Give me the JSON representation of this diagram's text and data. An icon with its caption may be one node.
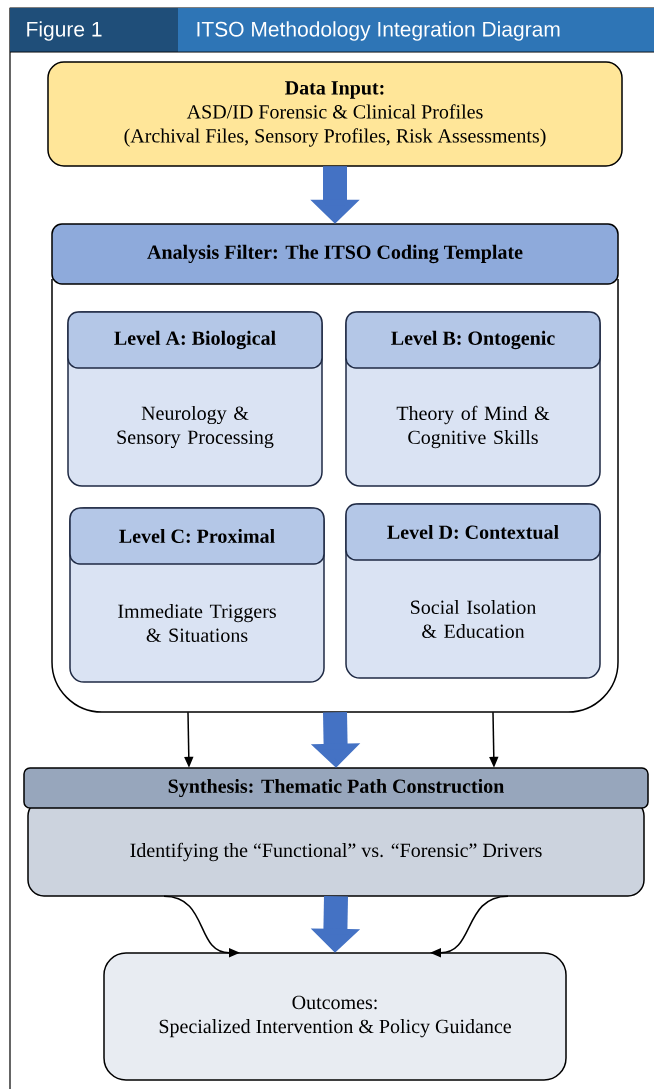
{
  "diagram": {
    "title": "ITSO Methodology Integration Diagram",
    "labels": [
      "Figure 1"
    ],
    "nodes": [
      {
        "text": [
          "Data Input:",
          "ASD/ID Forensic & Clinical Profiles",
          "(Archival Files, Sensory Profiles, Risk Assessments)"
        ]
      },
      {
        "text": [
          "Analysis Filter: The ITSO Coding Template"
        ]
      },
      {
        "text": [
          "Level A: Biological",
          "Neurology & Sensory Processing"
        ],
        "in": 1
      },
      {
        "text": [
          "Level B: Ontogenic",
          "Theory of Mind & Cognitive Skills"
        ],
        "in": 1
      },
      {
        "text": [
          "Level C: Proximal",
          "Immediate Triggers & Situations"
        ],
        "in": 1
      },
      {
        "text": [
          "Level D: Contextual",
          "Social Isolation & Education"
        ],
        "in": 1
      },
      {
        "text": [
          "Synthesis: Thematic Path Construction",
          "Identifying the “Functional” vs. “Forensic” Drivers"
        ]
      },
      {
        "text": [
          "Outcomes:",
          "Specialized Intervention & Policy Guidance"
        ]
      }
    ],
    "edges": [
      {
        "from": 0,
        "to": 1,
        "arrow": "to",
        "style": "thick",
        "color": "#4472c4"
      },
      {
        "from": 1,
        "to": 6,
        "arrow": "to",
        "color": "#000000"
      },
      {
        "from": 1,
        "to": 6,
        "arrow": "to",
        "style": "thick",
        "color": "#4472c4"
      },
      {
        "from": 1,
        "to": 6,
        "arrow": "to",
        "color": "#000000"
      },
      {
        "from": 6,
        "to": 7,
        "arrow": "to",
        "color": "#000000"
      },
      {
        "from": 6,
        "to": 7,
        "arrow": "to",
        "style": "thick",
        "color": "#4472c4"
      },
      {
        "from": 6,
        "to": 7,
        "arrow": "to",
        "color": "#000000"
      }
    ]
  }
}
